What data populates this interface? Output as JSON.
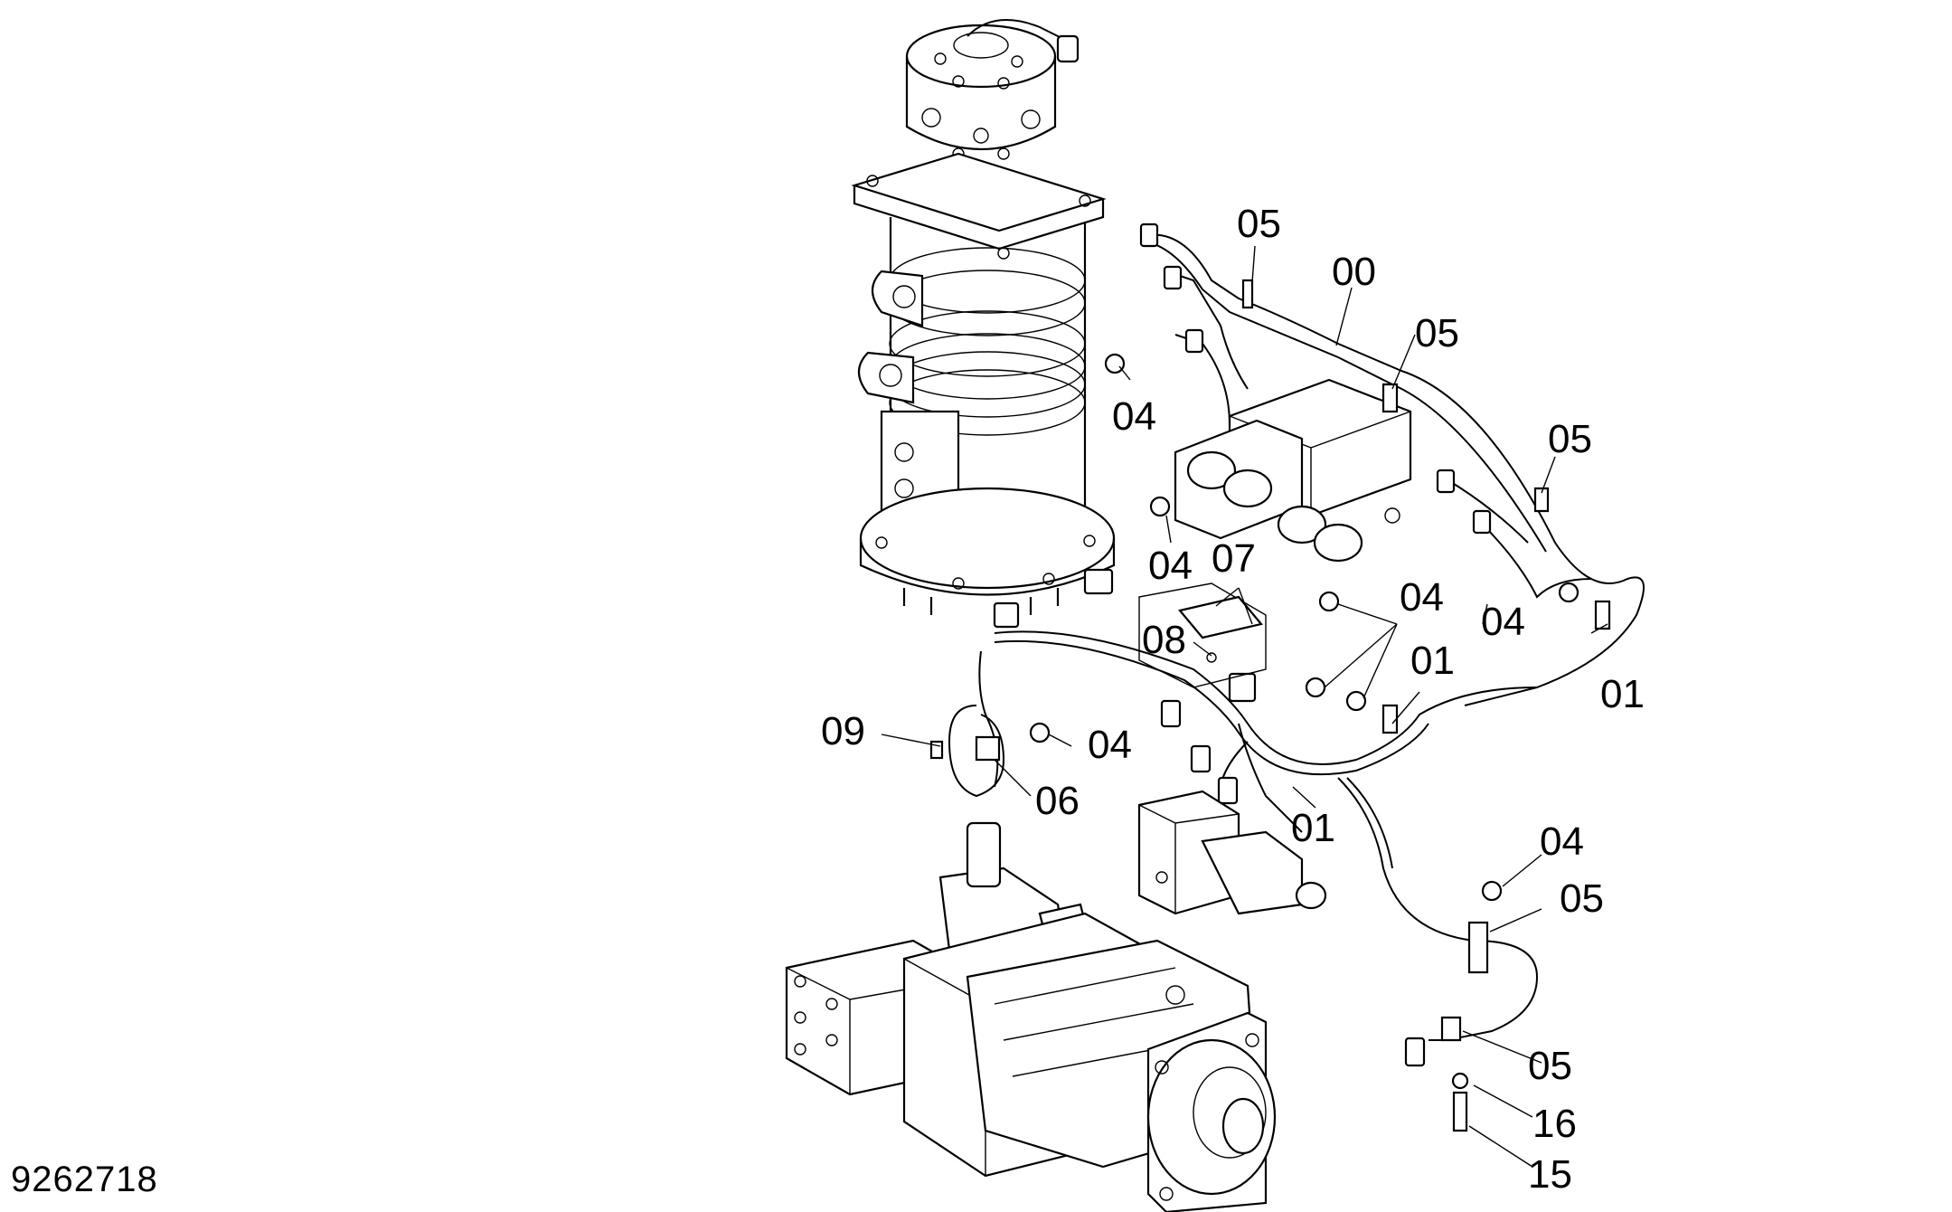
{
  "document_number": "9262718",
  "callouts": {
    "c00": "00",
    "c01a": "01",
    "c01b": "01",
    "c01c": "01",
    "c04a": "04",
    "c04b": "04",
    "c04c": "04",
    "c04d": "04",
    "c04e": "04",
    "c04f": "04",
    "c05a": "05",
    "c05b": "05",
    "c05c": "05",
    "c05d": "05",
    "c05e": "05",
    "c06": "06",
    "c07": "07",
    "c08": "08",
    "c09": "09",
    "c15": "15",
    "c16": "16"
  }
}
